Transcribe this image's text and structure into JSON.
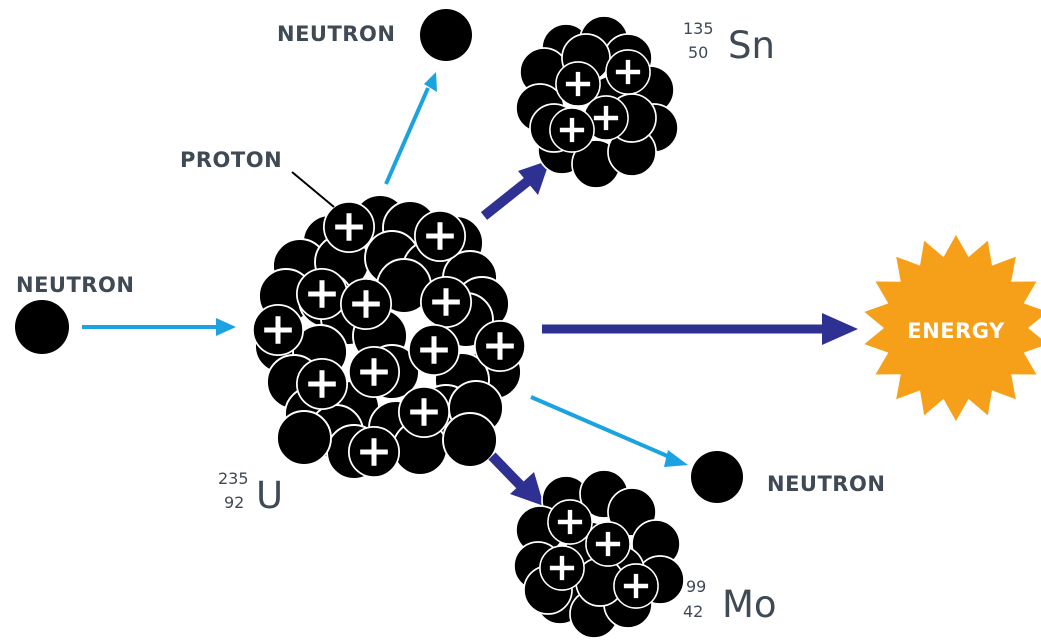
{
  "labels": {
    "neutron_incoming": "NEUTRON",
    "neutron_top": "NEUTRON",
    "neutron_right": "NEUTRON",
    "proton": "PROTON",
    "energy": "ENERGY"
  },
  "isotopes": {
    "uranium": {
      "mass": "235",
      "atomic": "92",
      "symbol": "U"
    },
    "tin": {
      "mass": "135",
      "atomic": "50",
      "symbol": "Sn"
    },
    "molybdenum": {
      "mass": "99",
      "atomic": "42",
      "symbol": "Mo"
    }
  },
  "colors": {
    "particle": "#000000",
    "label_text": "#3f4a55",
    "neutron_arrow": "#1aa3e0",
    "product_arrow": "#2e3192",
    "energy_burst": "#f6a01a",
    "energy_text": "#ffffff"
  }
}
